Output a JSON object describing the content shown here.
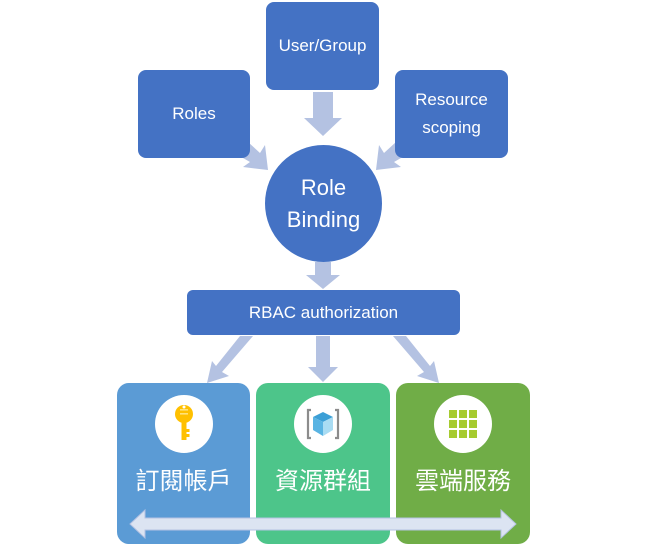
{
  "diagram": {
    "inputs": {
      "roles": "Roles",
      "user_group": "User/Group",
      "resource_scoping_line1": "Resource",
      "resource_scoping_line2": "scoping"
    },
    "center": {
      "line1": "Role",
      "line2": "Binding"
    },
    "authorization": "RBAC authorization",
    "scopes": [
      {
        "label": "訂閱帳戶",
        "icon": "key-icon",
        "color": "#5b9bd5"
      },
      {
        "label": "資源群組",
        "icon": "resource-group-cube-icon",
        "color": "#4dc58a"
      },
      {
        "label": "雲端服務",
        "icon": "grid-icon",
        "color": "#70ad47"
      }
    ],
    "colors": {
      "primary": "#4472c4",
      "arrow": "#b4c2e2",
      "double_arrow": "#dce4f2"
    }
  }
}
